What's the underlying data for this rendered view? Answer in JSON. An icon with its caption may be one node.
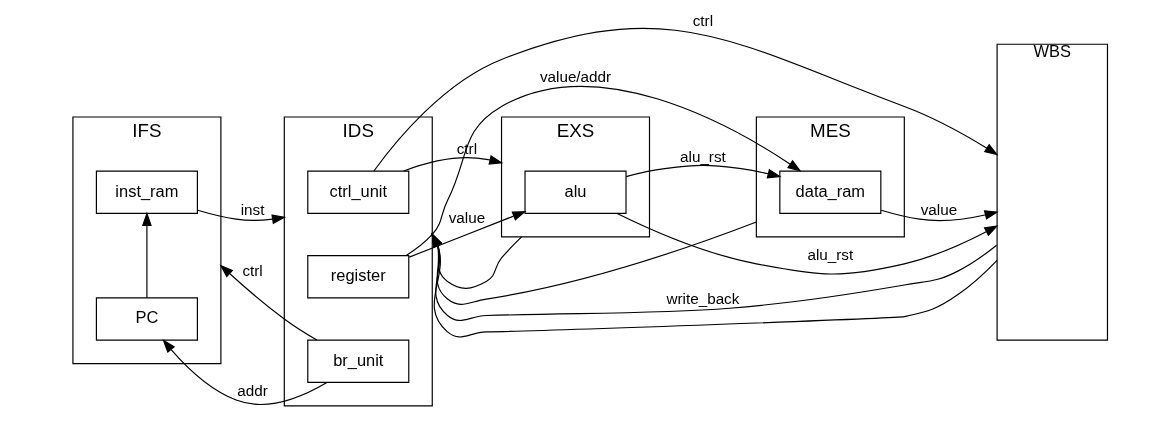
{
  "diagram": {
    "nodes": [
      {
        "text": [
          "IFS"
        ]
      },
      {
        "text": [
          "inst_ram"
        ],
        "in": 0
      },
      {
        "text": [
          "PC"
        ],
        "in": 0
      },
      {
        "text": [
          "IDS"
        ]
      },
      {
        "text": [
          "ctrl_unit"
        ],
        "in": 3
      },
      {
        "text": [
          "register"
        ],
        "in": 3
      },
      {
        "text": [
          "br_unit"
        ],
        "in": 3
      },
      {
        "text": [
          "EXS"
        ]
      },
      {
        "text": [
          "alu"
        ],
        "in": 7
      },
      {
        "text": [
          "MES"
        ]
      },
      {
        "text": [
          "data_ram"
        ],
        "in": 9
      },
      {
        "text": [
          "WBS"
        ]
      }
    ],
    "edges": [
      {
        "from": 2,
        "to": 1,
        "arrow": "to"
      },
      {
        "from": 1,
        "to": 3,
        "arrow": "to",
        "label": "inst"
      },
      {
        "from": 4,
        "to": 7,
        "arrow": "to",
        "label": "ctrl"
      },
      {
        "from": 4,
        "to": 11,
        "arrow": "to",
        "label": "ctrl"
      },
      {
        "from": 5,
        "to": 8,
        "arrow": "to",
        "label": "value"
      },
      {
        "from": 5,
        "to": 10,
        "arrow": "to",
        "label": "value/addr"
      },
      {
        "from": 6,
        "to": 0,
        "arrow": "to",
        "label": "ctrl"
      },
      {
        "from": 6,
        "to": 2,
        "arrow": "to",
        "label": "addr"
      },
      {
        "from": 8,
        "to": 10,
        "arrow": "to",
        "label": "alu_rst"
      },
      {
        "from": 8,
        "to": 11,
        "arrow": "to",
        "label": "alu_rst"
      },
      {
        "from": 10,
        "to": 11,
        "arrow": "to",
        "label": "value"
      },
      {
        "from": 11,
        "to": 3,
        "arrow": "to",
        "label": "write_back"
      },
      {
        "from": 7,
        "to": 3,
        "arrow": "to"
      },
      {
        "from": 9,
        "to": 3,
        "arrow": "to"
      },
      {
        "from": 11,
        "to": 3,
        "arrow": "to"
      }
    ]
  }
}
